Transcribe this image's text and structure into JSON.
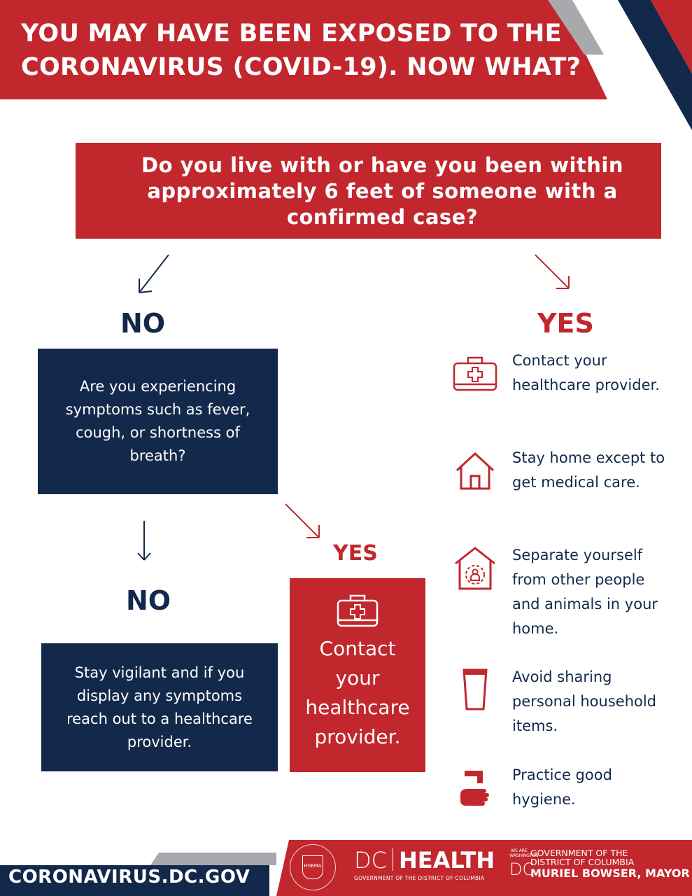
{
  "header": {
    "title_line1": "YOU MAY HAVE BEEN EXPOSED TO THE",
    "title_line2": "CORONAVIRUS (COVID-19). NOW WHAT?"
  },
  "question": "Do you live with or have you been within approximately 6 feet of someone with a confirmed case?",
  "no_label": "NO",
  "yes_label": "YES",
  "symptoms_question": "Are you experiencing symptoms such as fever, cough, or shortness of breath?",
  "no_label_2": "NO",
  "yes_label_2": "YES",
  "no_advice": "Stay vigilant and if you display any symptoms reach out to a healthcare provider.",
  "yes_advice": "Contact your healthcare provider.",
  "yes_steps": [
    {
      "icon": "first-aid-kit-icon",
      "text": "Contact your healthcare provider."
    },
    {
      "icon": "house-icon",
      "text": "Stay home except to get medical care."
    },
    {
      "icon": "isolated-person-house-icon",
      "text": "Separate yourself from other people and animals in your home."
    },
    {
      "icon": "cup-icon",
      "text": "Avoid sharing personal household items."
    },
    {
      "icon": "hand-washing-icon",
      "text": "Practice good hygiene."
    }
  ],
  "footer": {
    "url": "CORONAVIRUS.DC.GOV",
    "dc_health_dc": "DC",
    "dc_health_health": "HEALTH",
    "dc_health_sub": "GOVERNMENT OF THE DISTRICT OF COLUMBIA",
    "gov_line1": "GOVERNMENT OF THE",
    "gov_line2": "DISTRICT OF COLUMBIA",
    "gov_line3": "MURIEL BOWSER, MAYOR",
    "gov_dc": "DC",
    "seal_text": "HSEMA",
    "weare": "WE ARE WASHINGTON"
  },
  "colors": {
    "red": "#c1272d",
    "navy": "#13294b",
    "gray": "#a7a9ac"
  }
}
